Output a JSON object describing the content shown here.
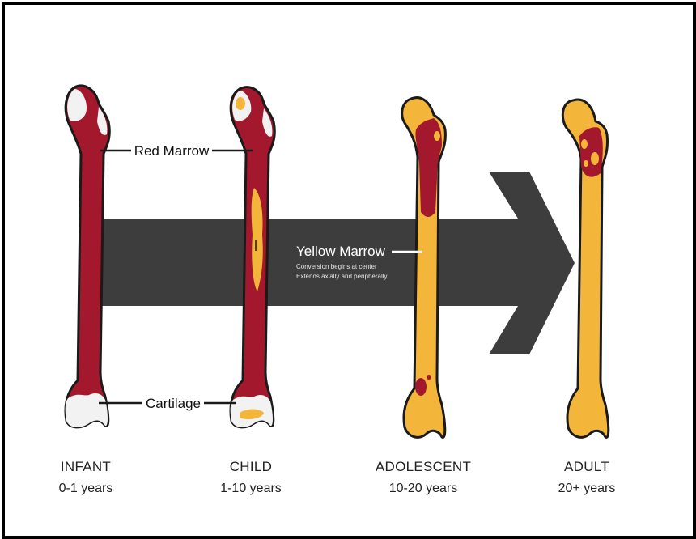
{
  "labels": {
    "red_marrow": "Red Marrow",
    "cartilage": "Cartilage",
    "yellow_marrow": "Yellow Marrow",
    "yellow_marrow_note_1": "Conversion begins at center",
    "yellow_marrow_note_2": "Extends axially and peripherally"
  },
  "stages": [
    {
      "name": "INFANT",
      "age": "0-1 years"
    },
    {
      "name": "CHILD",
      "age": "1-10 years"
    },
    {
      "name": "ADOLESCENT",
      "age": "10-20 years"
    },
    {
      "name": "ADULT",
      "age": "20+ years"
    }
  ],
  "colors": {
    "red_marrow": "#a3182c",
    "yellow_marrow": "#f3b63a",
    "cartilage": "#f2f2f2",
    "arrow": "#3d3d3d",
    "outline": "#1a1a1a"
  }
}
